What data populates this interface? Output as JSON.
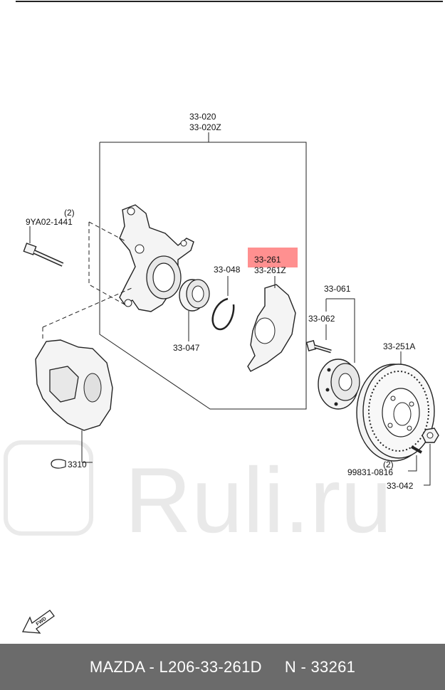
{
  "callouts": {
    "knuckle_line1": "33-020",
    "knuckle_line2": "33-020Z",
    "bolt_qty": "(2)",
    "bolt_part": "9YA02-1441",
    "dust_shield_line1": "33-261",
    "dust_shield_line2": "33-261Z",
    "snap_ring": "33-048",
    "bearing": "33-047",
    "hub_assy": "33-061",
    "hub_bolt": "33-062",
    "disc": "33-251A",
    "caliper_ref": "3310",
    "screw_qty": "(2)",
    "screw_part": "99831-0816",
    "nut": "33-042",
    "fwd": "FWD"
  },
  "highlight_color": "#ff6b6b",
  "watermark": "Ruli.ru",
  "footer": {
    "text": "MAZDA - L206-33-261D     N - 33261"
  }
}
